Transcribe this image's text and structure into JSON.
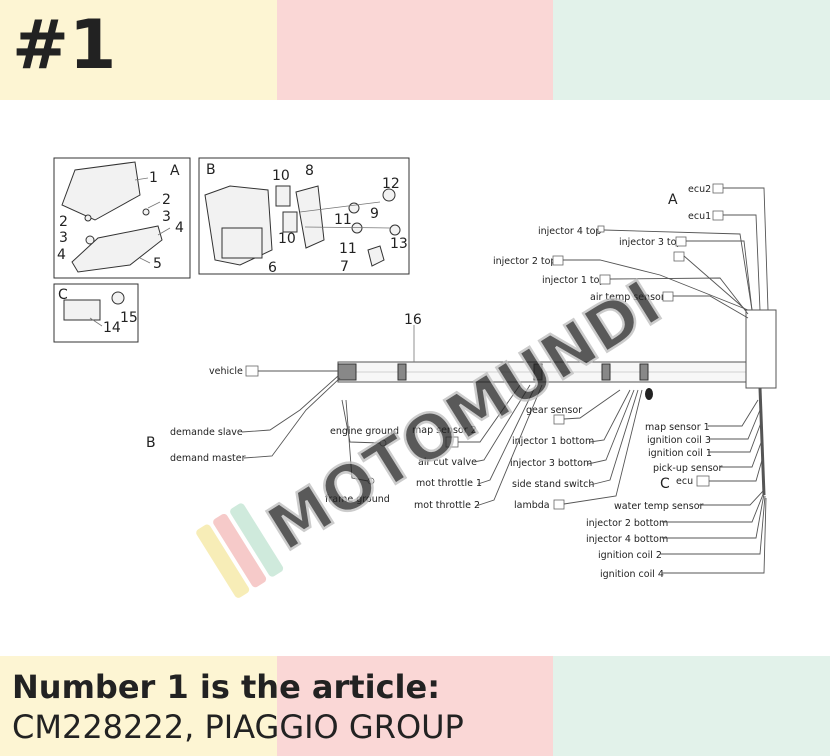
{
  "badge": "#1",
  "caption": {
    "line1": "Number 1 is the article:",
    "line2": "CM228222, PIAGGIO GROUP"
  },
  "watermark": "MOTOMUNDI",
  "diagram": {
    "panel_letters": {
      "a": "A",
      "b": "B",
      "c": "C",
      "harness_a": "A",
      "harness_b": "B",
      "harness_c": "C"
    },
    "numbers": {
      "n1": "1",
      "n2a": "2",
      "n2b": "2",
      "n3a": "3",
      "n3b": "3",
      "n4a": "4",
      "n4b": "4",
      "n5": "5",
      "n6": "6",
      "n7": "7",
      "n8": "8",
      "n9": "9",
      "n10a": "10",
      "n10b": "10",
      "n11a": "11",
      "n11b": "11",
      "n12": "12",
      "n13": "13",
      "n14": "14",
      "n15": "15",
      "n16": "16"
    },
    "labels": {
      "ecu2": "ecu2",
      "ecu1": "ecu1",
      "injector_4_top": "injector 4 top",
      "injector_3_top": "injector 3 top",
      "injector_2_top": "injector 2 top",
      "injector_1_top": "injector 1 top",
      "air_temp_sensor": "air temp sensor",
      "vehicle": "vehicle",
      "demande_slave": "demande slave",
      "demand_master": "demand master",
      "engine_ground": "engine ground",
      "frame_ground": "frame ground",
      "map_sensor_2": "map sensor 2",
      "air_cut_valve": "air cut valve",
      "mot_throttle_1": "mot throttle 1",
      "mot_throttle_2": "mot throttle 2",
      "gear_sensor": "gear sensor",
      "injector_1_bottom": "injector 1 bottom",
      "injector_3_bottom": "injector 3 bottom",
      "side_stand_switch": "side stand switch",
      "lambda": "lambda",
      "map_sensor_1": "map sensor 1",
      "ignition_coil_3": "ignition coil 3",
      "ignition_coil_1": "ignition coil 1",
      "pick_up_sensor": "pick-up sensor",
      "ecu": "ecu",
      "water_temp_sensor": "water temp sensor",
      "injector_2_bottom": "injector 2 bottom",
      "injector_4_bottom": "injector 4 bottom",
      "ignition_coil_2": "ignition coil 2",
      "ignition_coil_4": "ignition coil 4"
    }
  }
}
